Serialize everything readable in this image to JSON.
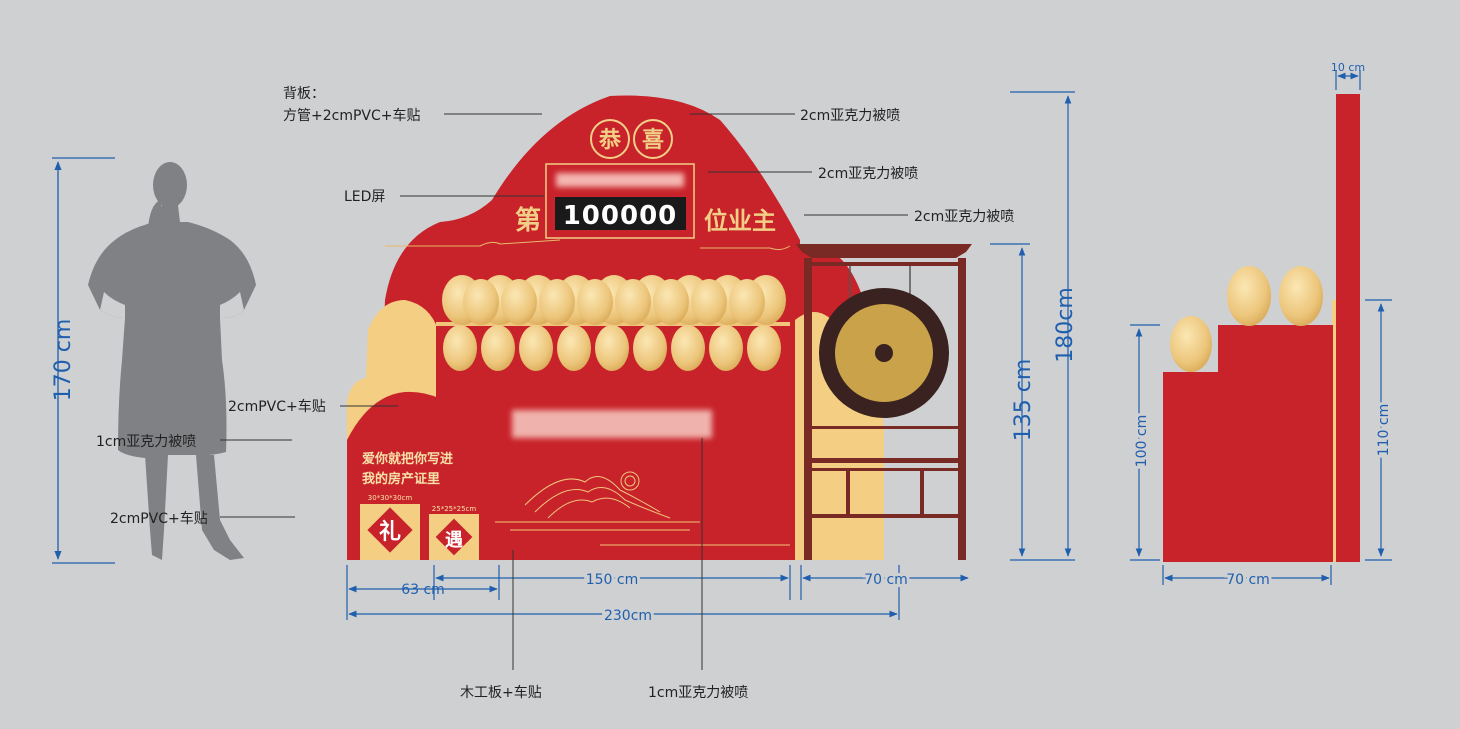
{
  "banner": {
    "badge_left": "恭",
    "badge_right": "喜",
    "prefix": "第",
    "counter": "100000",
    "suffix": "位业主",
    "slogan_line1": "爱你就把你写进",
    "slogan_line2": "我的房产证里",
    "box_large_size": "30*30*30cm",
    "box_large_char": "礼",
    "box_small_size": "25*25*25cm",
    "box_small_char": "遇"
  },
  "callouts": {
    "backboard_title": "背板：",
    "backboard_material": "方管+2cmPVC+车贴",
    "led": "LED屏",
    "acrylic_top": "2cm亚克力被喷",
    "acrylic_screen": "2cm亚克力被喷",
    "acrylic_text": "2cm亚克力被喷",
    "pvc_left": "2cmPVC+车贴",
    "acrylic_1cm_left": "1cm亚克力被喷",
    "pvc_lower_left": "2cmPVC+车贴",
    "wood": "木工板+车贴",
    "acrylic_1cm_bottom": "1cm亚克力被喷"
  },
  "dimensions": {
    "person_height": "170 cm",
    "total_height": "180cm",
    "gong_height": "135 cm",
    "w_63": "63 cm",
    "w_150": "150 cm",
    "w_70_front": "70 cm",
    "w_230": "230cm",
    "side_thickness": "10 cm",
    "side_100": "100 cm",
    "side_110": "110 cm",
    "side_70": "70 cm"
  },
  "colors": {
    "red": "#c8222a",
    "gold": "#f2cf86",
    "wood": "#7a2a24",
    "dim_blue": "#1f5fae",
    "person": "#808184"
  }
}
